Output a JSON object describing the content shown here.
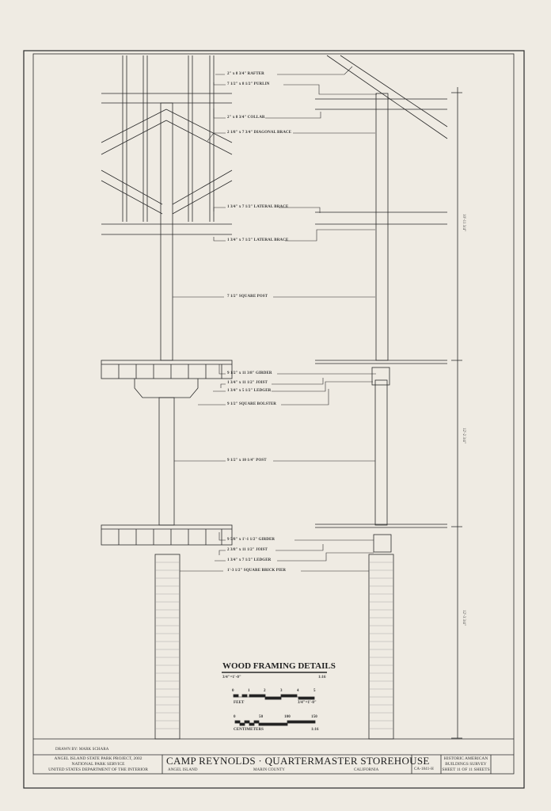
{
  "drawing": {
    "labels": {
      "rafter": "2\" x 8 3/4\" RAFTER",
      "purlin": "7 1/2\" x 8 1/2\" PURLIN",
      "collar": "2\" x 8 3/4\" COLLAR",
      "diagonal_brace": "2 1/8\" x 7 3/4\" DIAGONAL BRACE",
      "lateral_brace_1": "1 3/4\" x 7 1/2\" LATERAL BRACE",
      "lateral_brace_2": "1 3/4\" x 7 1/2\" LATERAL BRACE",
      "square_post": "7 1/2\" SQUARE POST",
      "girder_1": "9 1/2\" x 11 3/8\" GIRDER",
      "joist_1": "1 3/4\" x 11 1/2\" JOIST",
      "ledger_1": "1 3/4\" x 5 1/2\" LEDGER",
      "bolster": "9 1/2\" SQUARE BOLSTER",
      "post_2": "9 1/2\" x 10 1/4\" POST",
      "girder_2": "9 5/8\" x 1'-1 1/2\" GIRDER",
      "joist_2": "2 3/8\" x 11 1/2\" JOIST",
      "ledger_2": "1 3/4\" x 7 1/2\" LEDGER",
      "brick_pier": "1'-3 1/2\" SQUARE BRICK PIER"
    },
    "dimensions": [
      "10'-11 3/4\"",
      "12'-2 3/4\"",
      "12'-3 3/4\""
    ],
    "detail_title": "WOOD FRAMING DETAILS",
    "scale_left": "3/4\"=1'-0\"",
    "scale_right": "1:16",
    "feet_ticks": [
      "0",
      "1",
      "2",
      "3",
      "4",
      "5"
    ],
    "feet_label": "FEET",
    "feet_scale": "3/4\"=1'-0\"",
    "cm_ticks": [
      "0",
      "50",
      "100",
      "150"
    ],
    "cm_label": "CENTIMETERS",
    "cm_scale": "1:16"
  },
  "title_block": {
    "drawn_by": "DRAWN BY: MARK SCHARA",
    "agency_lines": [
      "ANGEL ISLAND STATE PARK PROJECT, 2002",
      "NATIONAL PARK SERVICE",
      "UNITED STATES DEPARTMENT OF THE INTERIOR"
    ],
    "title": "CAMP REYNOLDS · QUARTERMASTER STOREHOUSE",
    "location": "ANGEL ISLAND",
    "county": "MARIN COUNTY",
    "state": "CALIFORNIA",
    "survey_number": "CA-1841-H",
    "survey_lines": [
      "HISTORIC AMERICAN",
      "BUILDINGS SURVEY",
      "SHEET 11 OF 11 SHEETS"
    ]
  }
}
